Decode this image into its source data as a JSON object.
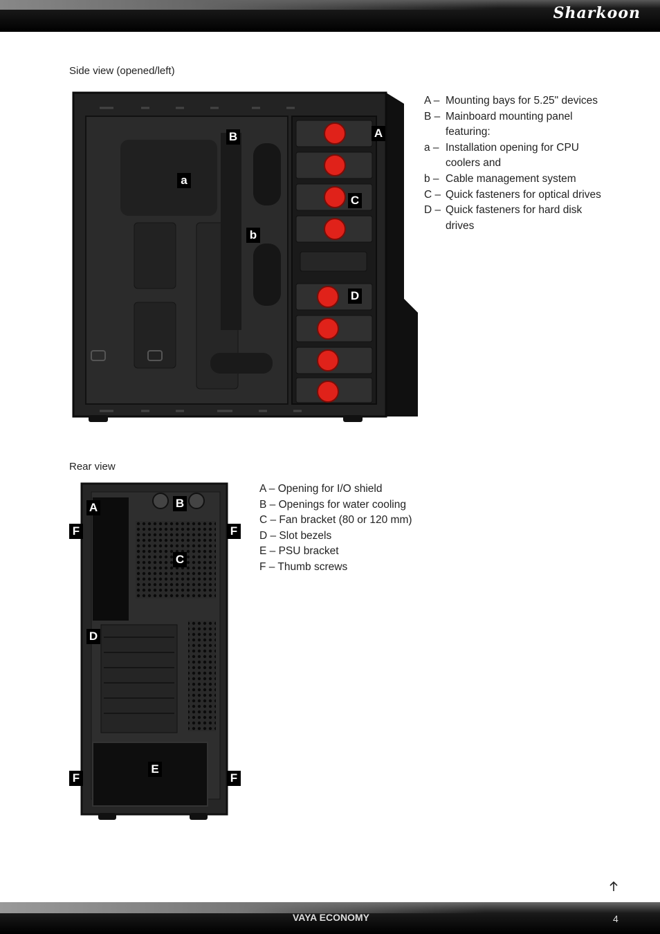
{
  "header": {
    "logo_text": "Sharkoon"
  },
  "side_view": {
    "caption": "Side view (opened/left)",
    "tags": [
      "A",
      "B",
      "a",
      "b",
      "C",
      "D"
    ],
    "legend": [
      {
        "key": "A –",
        "text": "Mounting bays for 5.25\" devices"
      },
      {
        "key": "B –",
        "text": "Mainboard mounting panel"
      },
      {
        "key": "",
        "text": "featuring:"
      },
      {
        "key": "a –",
        "text": "Installation opening for CPU"
      },
      {
        "key": "",
        "text": "coolers and"
      },
      {
        "key": "b –",
        "text": "Cable management system"
      },
      {
        "key": "C –",
        "text": "Quick fasteners for optical drives"
      },
      {
        "key": "D –",
        "text": "Quick fasteners for hard disk"
      },
      {
        "key": "",
        "text": "drives"
      }
    ]
  },
  "rear_view": {
    "caption": "Rear view",
    "tags": [
      "A",
      "B",
      "F",
      "F",
      "C",
      "D",
      "E",
      "F",
      "F"
    ],
    "legend": [
      "A – Opening for I/O shield",
      "B – Openings for water cooling",
      "C – Fan bracket (80 or 120 mm)",
      "D – Slot bezels",
      "E – PSU bracket",
      "F – Thumb screws"
    ]
  },
  "footer": {
    "title": "VAYA ECONOMY",
    "page": "4"
  },
  "colors": {
    "fastener_red": "#e0221a",
    "case_dark": "#1e1e1e"
  },
  "icons": {
    "up": "arrow-up-icon"
  }
}
